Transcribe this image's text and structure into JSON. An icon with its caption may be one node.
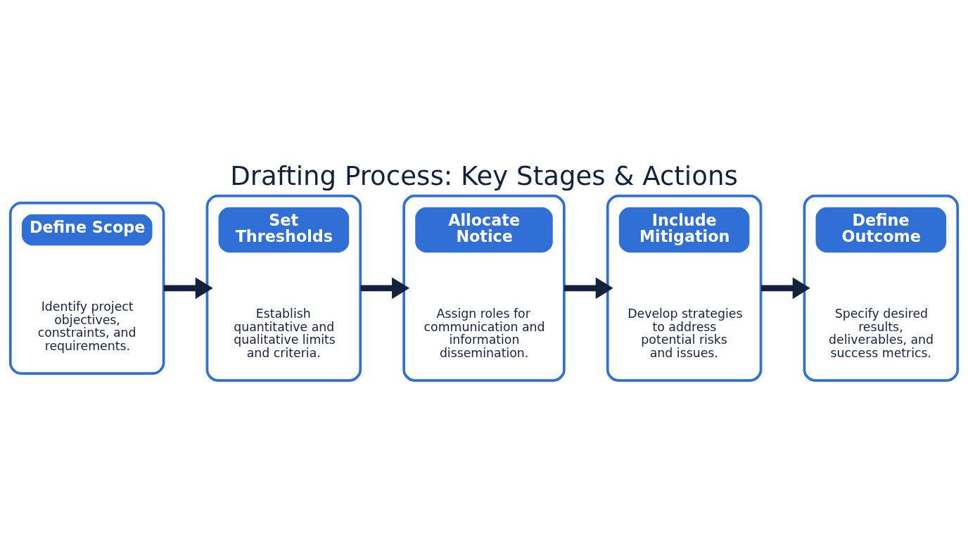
{
  "diagram": {
    "title": "Drafting Process: Key Stages & Actions",
    "nodes": [
      {
        "text": [
          "Define Scope",
          "Identify project objectives, constraints, and requirements."
        ]
      },
      {
        "text": [
          "Set Thresholds",
          "Establish quantitative and qualitative limits and criteria."
        ]
      },
      {
        "text": [
          "Allocate Notice",
          "Assign roles for communication and information dissemination."
        ]
      },
      {
        "text": [
          "Include Mitigation",
          "Develop strategies to address potential risks and issues."
        ]
      },
      {
        "text": [
          "Define Outcome",
          "Specify desired results, deliverables, and success metrics."
        ]
      }
    ],
    "edges": [
      {
        "from": 0,
        "to": 1,
        "arrow": "to"
      },
      {
        "from": 1,
        "to": 2,
        "arrow": "to"
      },
      {
        "from": 2,
        "to": 3,
        "arrow": "to"
      },
      {
        "from": 3,
        "to": 4,
        "arrow": "to"
      }
    ]
  }
}
